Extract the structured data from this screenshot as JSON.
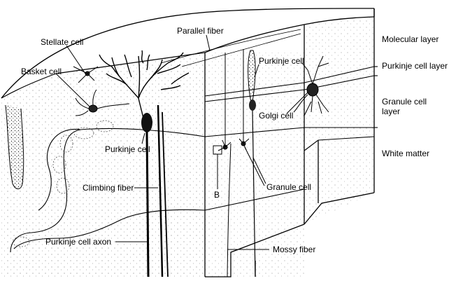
{
  "labels": {
    "stellate_cell": "Stellate cell",
    "basket_cell": "Basket cell",
    "parallel_fiber": "Parallel fiber",
    "purkinje_cell_top": "Purkinje cell",
    "golgi_cell": "Golgi cell",
    "purkinje_cell_bottom": "Purkinje cell",
    "granule_cell": "Granule cell",
    "b_marker": "B",
    "climbing_fiber": "Climbing fiber",
    "purkinje_cell_axon": "Purkinje cell axon",
    "mossy_fiber": "Mossy fiber"
  },
  "layers": {
    "molecular": "Molecular layer",
    "purkinje": "Purkinje cell layer",
    "granule": "Granule cell layer",
    "white_matter": "White matter"
  }
}
